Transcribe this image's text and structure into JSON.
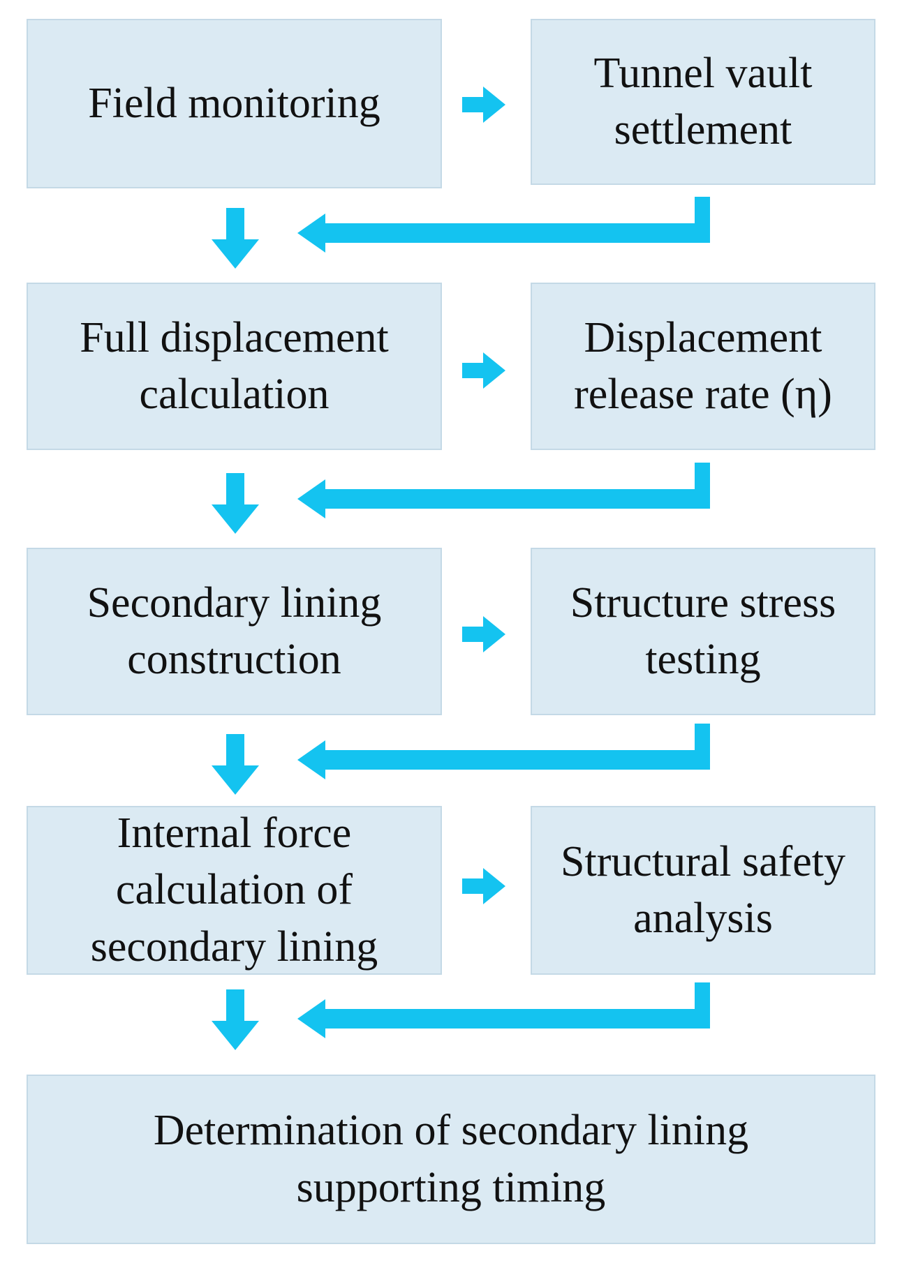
{
  "flowchart": {
    "field_monitoring": "Field monitoring",
    "tunnel_vault_settlement": "Tunnel vault\nsettlement",
    "full_displacement_calculation": "Full displacement\ncalculation",
    "displacement_release_rate": "Displacement\nrelease rate (η)",
    "secondary_lining_construction": "Secondary lining\nconstruction",
    "structure_stress_testing": "Structure stress\ntesting",
    "internal_force_calculation": "Internal force\ncalculation of\nsecondary lining",
    "structural_safety_analysis": "Structural safety\nanalysis",
    "determination_of_timing": "Determination of secondary lining\nsupporting timing"
  },
  "colors": {
    "box_fill": "#dbeaf3",
    "box_border": "#c4d9e6",
    "arrow": "#14c3f0",
    "text": "#111111"
  }
}
